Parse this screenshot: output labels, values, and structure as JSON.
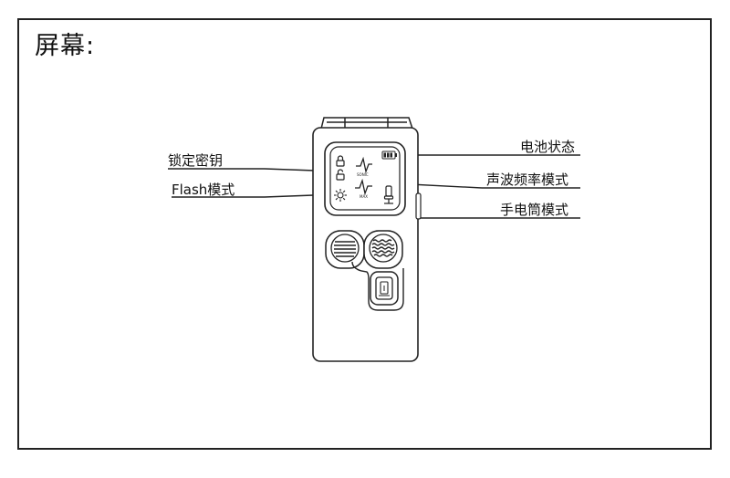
{
  "heading": "屏幕:",
  "callouts": {
    "lock": "锁定密钥",
    "flash": "Flash模式",
    "battery": "电池状态",
    "sonic": "声波频率模式",
    "flashlight": "手电筒模式"
  },
  "screen": {
    "sonic_label": "SONIC",
    "max_label": "MAX"
  }
}
